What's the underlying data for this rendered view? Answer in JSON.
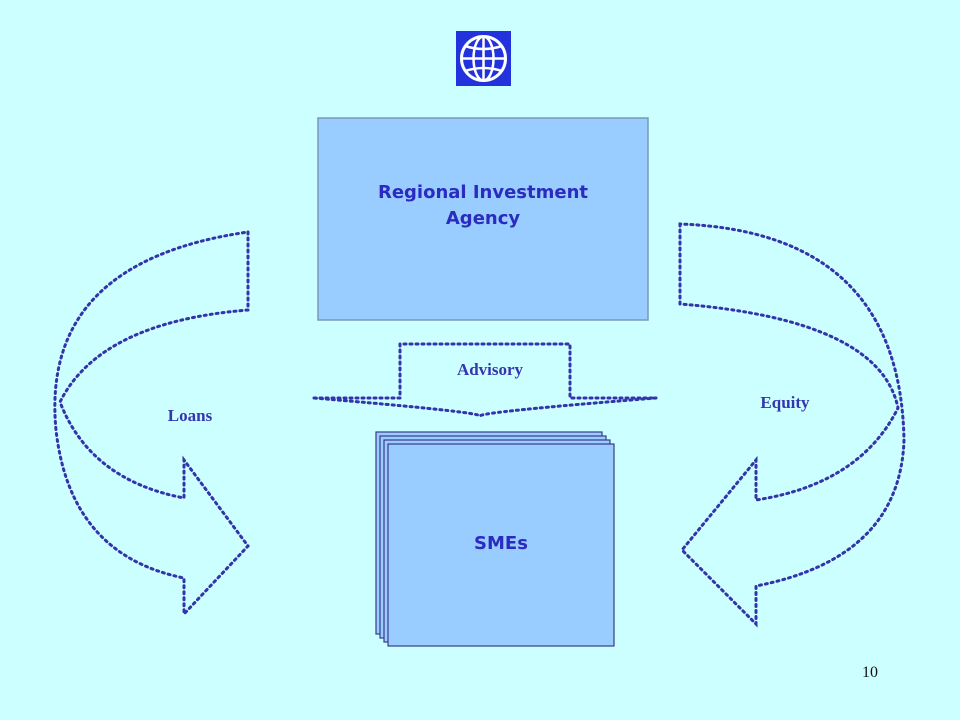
{
  "colors": {
    "background": "#ccffff",
    "box_fill": "#99ccff",
    "box_text": "#2b2bbf",
    "arrow_line": "#3333aa",
    "logo_blue": "#2233dd"
  },
  "logo": {
    "icon": "globe-logo-icon"
  },
  "agency": {
    "line1": "Regional Investment",
    "line2": "Agency"
  },
  "smes": {
    "label": "SMEs"
  },
  "flows": {
    "advisory": "Advisory",
    "loans": "Loans",
    "equity": "Equity"
  },
  "page_number": "10"
}
